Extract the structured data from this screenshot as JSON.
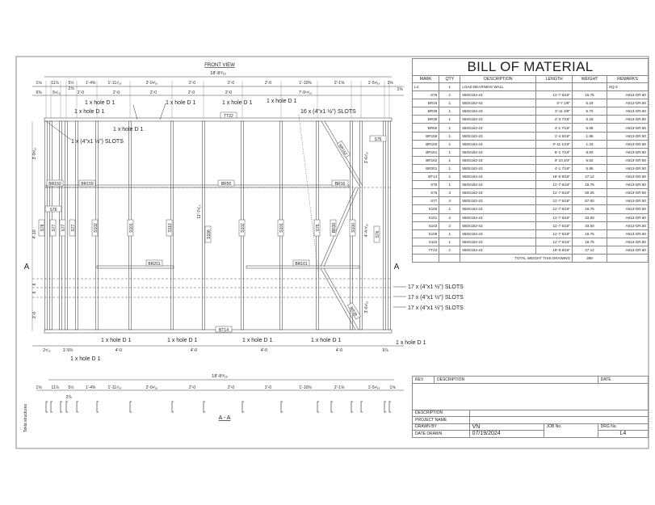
{
  "front_view": {
    "title": "FRONT VIEW",
    "overall_dim": "18'-8⁹⁄₁₆",
    "dims_row1": [
      "1⅝",
      "11⅞",
      "5½",
      "1'-4⅜",
      "1'-11⁷⁄₁₆",
      "2'-0⁹⁄₁₆",
      "2'-0",
      "2'-0",
      "2'-0",
      "1'-10⅜",
      "2'-1⅝",
      "1'-5⁹⁄₁₆",
      "1⅝",
      "1⅝"
    ],
    "dims_row2": [
      "6⅜",
      "5⁹⁄₁₆",
      "2⅞",
      "2'-0",
      "2'-0",
      "2'-0",
      "2'-0",
      "2'-0",
      "7'-9¹⁵⁄₁₆"
    ],
    "dims_bottom": [
      "2⁵⁄₁₆",
      "1'-9⅞",
      "4'-0",
      "4'-0",
      "4'-0",
      "4'-0",
      "9⅞"
    ],
    "dims_left": [
      "3'-9⁵⁄₁₆",
      "4'-10",
      "6",
      "6",
      "2'-0"
    ],
    "dims_inner": [
      "11'-7⁵⁄₁₆",
      "3'-6⁷⁄₁₆",
      "4'-4¹⁵⁄₁₆",
      "3'-6⁹⁄₁₆"
    ],
    "members": [
      "TT22",
      "BR160",
      "BR159",
      "BR50",
      "BR16",
      "S76",
      "S76",
      "S78",
      "S77",
      "S77",
      "S77",
      "S102",
      "S101",
      "S110",
      "S106",
      "S102",
      "S101",
      "S75",
      "BR30",
      "S100",
      "S76",
      "BR201",
      "BR161",
      "BT14",
      "BR162",
      "BR38"
    ],
    "hole_callout": "1 x hole D 1",
    "slot_callout_small": "1 x (4\"x1 ½\") SLOTS",
    "slot_callout_16": "16 x (4\"x1 ½\") SLOTS",
    "slot_callout_17": "17 x (4\"x1 ½\") SLOTS",
    "section_marker": "A"
  },
  "section": {
    "title": "A - A",
    "overall_dim": "18'-8⁹⁄₁₆",
    "dims": [
      "1⅝",
      "11⅞",
      "5½",
      "1'-4⅜",
      "1'-11⁷⁄₁₆",
      "2'-0⁹⁄₁₆",
      "2'-0",
      "2'-0",
      "2'-0",
      "1'-10⅜",
      "2'-1⅝",
      "1'-5⁹⁄₁₆",
      "1⅝"
    ],
    "small_dim": "2⅞"
  },
  "watermark": "Tekla structures",
  "bom": {
    "title": "BILL OF MATERIAL",
    "headers": [
      "MARK",
      "QTY",
      "DESCRIPTION",
      "LENGTH",
      "WEIGHT",
      "REMARKS"
    ],
    "assembly": {
      "mark": "L4",
      "qty": "1",
      "description": "LOAD BEARNING WALL",
      "remarks": "SQ-2"
    },
    "rows": [
      [
        "S76",
        "1",
        "550S162-43",
        "11'-7 5/16\"",
        "16.75",
        "A913-GR.50"
      ],
      [
        "BR16",
        "1",
        "550S162-43",
        "3'-7 1/8\"",
        "5.18",
        "A913-GR.50"
      ],
      [
        "BR38",
        "1",
        "550S162-43",
        "3'-11 3/8\"",
        "5.70",
        "A913-GR.50"
      ],
      [
        "BR39",
        "1",
        "550S162-43",
        "4'-3 7/16\"",
        "6.18",
        "A913-GR.50"
      ],
      [
        "BR50",
        "1",
        "550S162-43",
        "4'-1 7/16\"",
        "5.95",
        "A913-GR.50"
      ],
      [
        "BR159",
        "1",
        "550S162-43",
        "1'-4 9/16\"",
        "1.96",
        "A913-GR.50"
      ],
      [
        "BR160",
        "1",
        "550S162-43",
        "0'-11 1/16\"",
        "1.33",
        "A913-GR.50"
      ],
      [
        "BR161",
        "1",
        "550S162-43",
        "6'-1 7/16\"",
        "8.83",
        "A913-GR.50"
      ],
      [
        "BR162",
        "1",
        "550S162-43",
        "3'-10 3/4\"",
        "5.62",
        "A913-GR.50"
      ],
      [
        "BR201",
        "1",
        "550S162-43",
        "4'-1 7/16\"",
        "5.95",
        "A913-GR.50"
      ],
      [
        "BT14",
        "1",
        "550S162-43",
        "18'-8 9/16\"",
        "27.12",
        "A913-GR.50"
      ],
      [
        "S75",
        "1",
        "550S162-43",
        "11'-7 5/16\"",
        "16.75",
        "A913-GR.50"
      ],
      [
        "S76",
        "3",
        "550S162-43",
        "11'-7 5/16\"",
        "50.25",
        "A913-GR.50"
      ],
      [
        "S77",
        "4",
        "550S162-43",
        "11'-7 5/16\"",
        "67.00",
        "A913-GR.50"
      ],
      [
        "S100",
        "1",
        "550S162-43",
        "11'-7 5/16\"",
        "16.75",
        "A913-GR.50"
      ],
      [
        "S101",
        "2",
        "550S162-43",
        "11'-7 5/16\"",
        "33.50",
        "A913-GR.50"
      ],
      [
        "S102",
        "2",
        "550S162-43",
        "11'-7 5/16\"",
        "33.50",
        "A913-GR.50"
      ],
      [
        "S106",
        "1",
        "550S162-43",
        "11'-7 5/16\"",
        "16.75",
        "A913-GR.50"
      ],
      [
        "S110",
        "1",
        "550S162-43",
        "11'-7 5/16\"",
        "16.75",
        "A913-GR.50"
      ],
      [
        "TT22",
        "1",
        "550S162-43",
        "18'-8 9/16\"",
        "27.12",
        "A913-GR.50"
      ]
    ],
    "total_label": "TOTAL WEIGHT THIS DRAWING",
    "total_value": "389"
  },
  "title_block": {
    "rev_label": "REV",
    "description_label": "DESCRIPTION",
    "date_label": "DATE",
    "desc_label": "DESCRIPTION",
    "project_label": "PROJECT NAME",
    "drawn_by_label": "DRAWN BY",
    "drawn_by": "VN",
    "date_drawn_label": "DATE DRAWN",
    "date_drawn": "07/19/2024",
    "job_label": "JOB No.",
    "drg_label": "DRG No.",
    "drg_no": "L4"
  }
}
